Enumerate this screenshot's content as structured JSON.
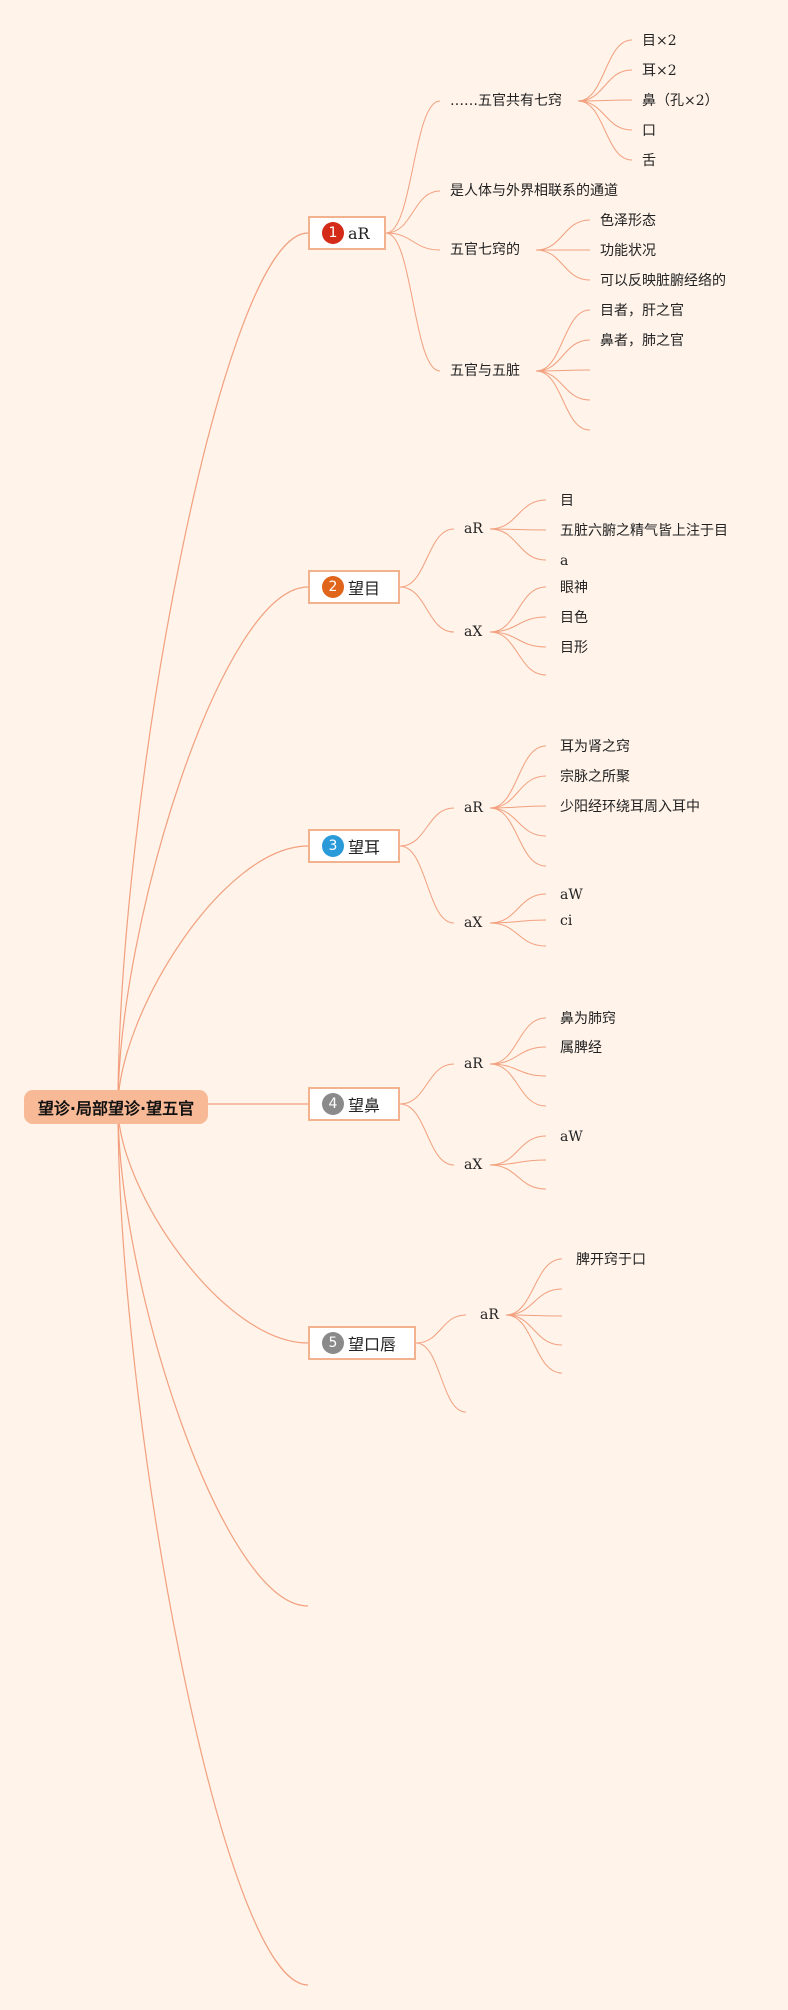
{
  "root": {
    "label": "望诊·局部望诊·望五官"
  },
  "topics": [
    {
      "badge": "1",
      "label": "aR",
      "color": "#d42a18"
    },
    {
      "badge": "2",
      "label": "望目",
      "color": "#e0641a"
    },
    {
      "badge": "3",
      "label": "望耳",
      "color": "#2b9ad9"
    },
    {
      "badge": "4",
      "label": "望鼻",
      "color": "#8a8a8a"
    },
    {
      "badge": "5",
      "label": "望口唇",
      "color": "#8a8a8a"
    }
  ],
  "t1": {
    "qiqiao": "……五官共有七窍",
    "qiqiao_items": [
      "目×2",
      "耳×2",
      "鼻（孔×2）",
      "口",
      "舌"
    ],
    "channel": "是人体与外界相联系的通道",
    "wuguan": "五官七窍的",
    "wuguan_items": [
      "色泽形态",
      "功能状况",
      "可以反映脏腑经络的"
    ],
    "wuzang": "五官与五脏",
    "wuzang_items": [
      "目者，肝之官",
      "鼻者，肺之官"
    ]
  },
  "t2": {
    "ar": "aR",
    "ar_items": [
      "目",
      "五脏六腑之精气皆上注于目",
      "a"
    ],
    "ax": "aX",
    "ax_items": [
      "眼神",
      "目色",
      "目形"
    ]
  },
  "t3": {
    "ar": "aR",
    "ar_items": [
      "耳为肾之窍",
      "宗脉之所聚",
      "少阳经环绕耳周入耳中"
    ],
    "ax": "aX",
    "ax_items": [
      "aW",
      "ci"
    ]
  },
  "t4": {
    "ar": "aR",
    "ar_items": [
      "鼻为肺窍",
      "属脾经"
    ],
    "ax": "aX",
    "ax_items": [
      "aW"
    ]
  },
  "t5": {
    "ar": "aR",
    "ar_items": [
      "脾开窍于口"
    ]
  },
  "colors": {
    "background": "#fff3ea",
    "line": "#f2a07e",
    "root": "#f8b996",
    "box_border": "#f2b28e"
  }
}
